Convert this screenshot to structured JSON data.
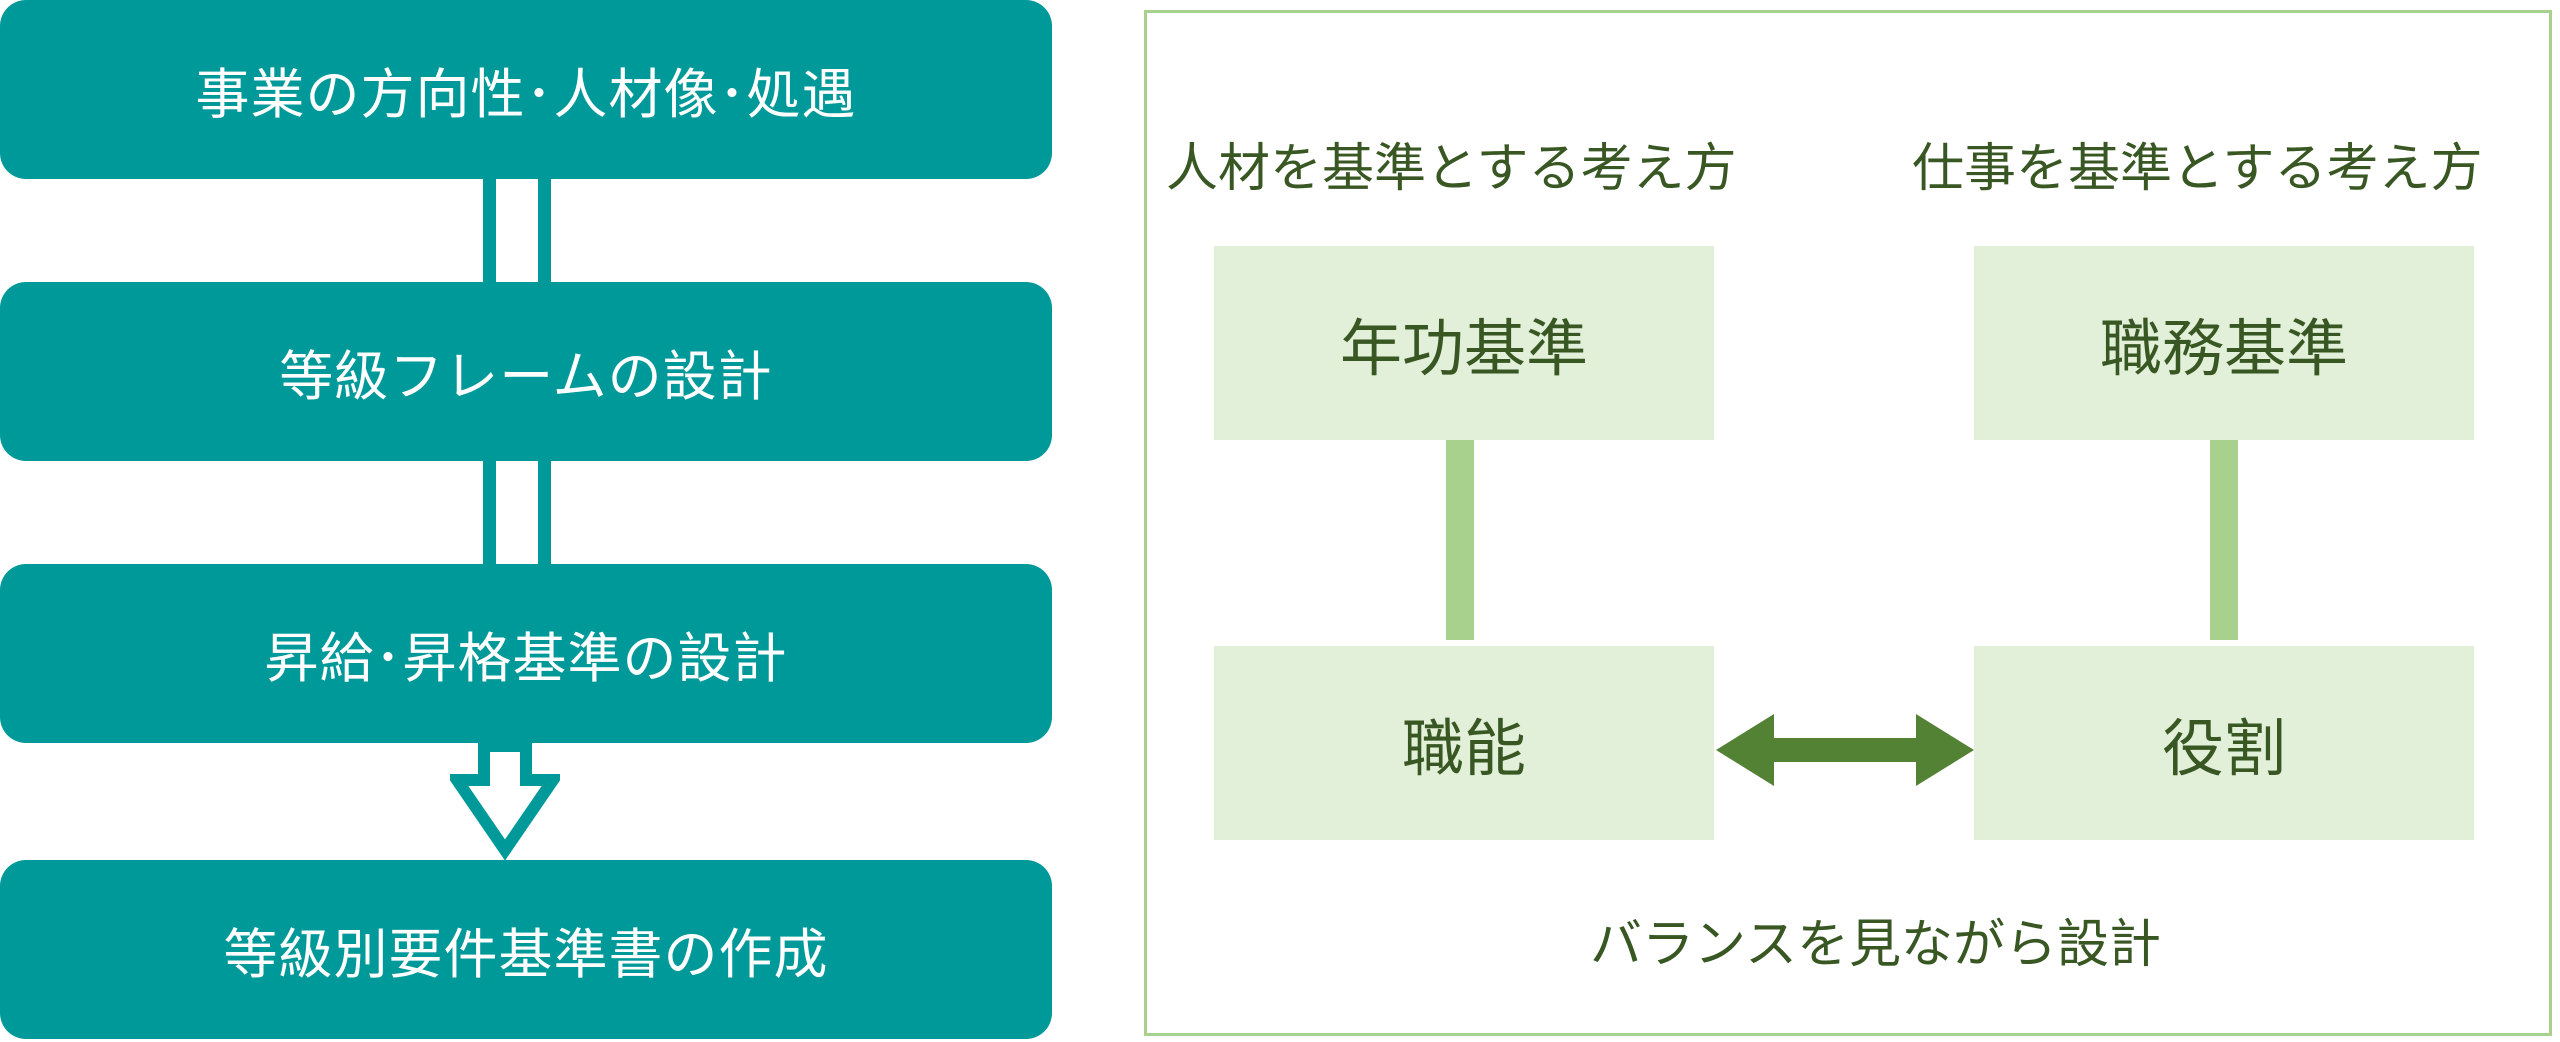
{
  "flow": {
    "steps": [
      "事業の方向性･人材像･処遇",
      "等級フレームの設計",
      "昇給･昇格基準の設計",
      "等級別要件基準書の作成"
    ]
  },
  "panel": {
    "left_heading": "人材を基準とする考え方",
    "right_heading": "仕事を基準とする考え方",
    "left_top": "年功基準",
    "left_bottom": "職能",
    "right_top": "職務基準",
    "right_bottom": "役割",
    "caption": "バランスを見ながら設計"
  },
  "colors": {
    "teal": "#009999",
    "node_fill": "#e2efd9",
    "bar_green": "#a9d18e",
    "dark_green": "#548235",
    "text_green": "#385723"
  }
}
